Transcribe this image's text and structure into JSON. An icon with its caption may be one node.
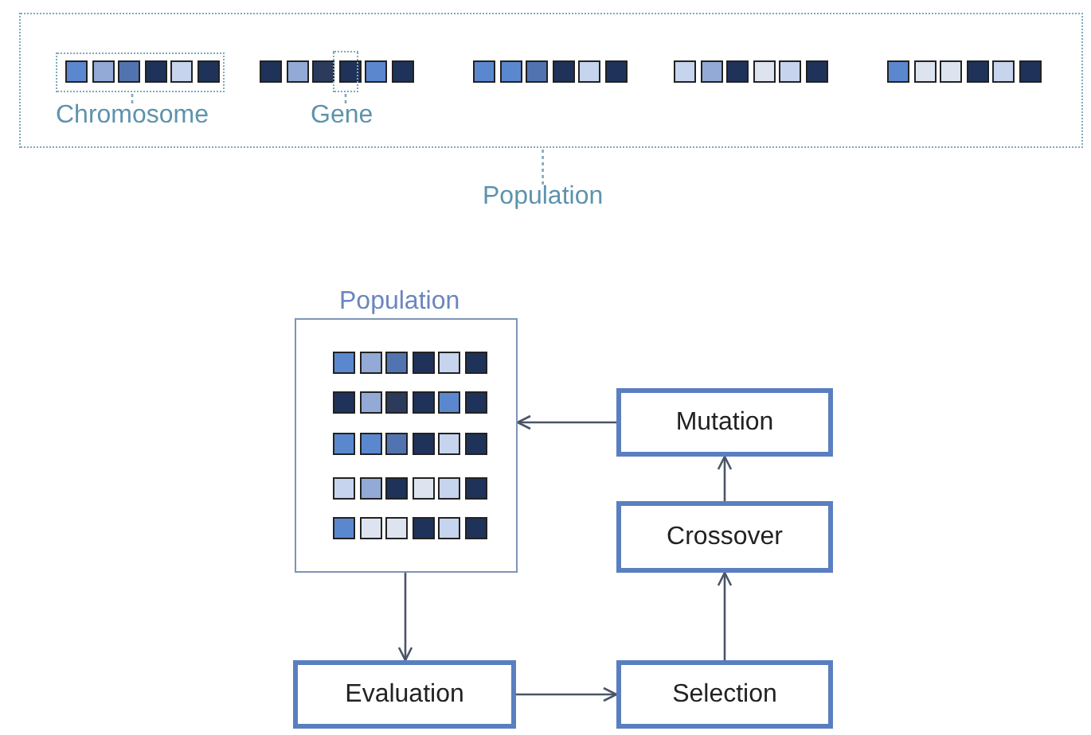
{
  "diagram": {
    "nodes": [
      {
        "text": [],
        "shape": "box"
      },
      {
        "text": [],
        "shape": "box",
        "in": 0
      },
      {
        "text": [],
        "shape": "box",
        "in": 0
      },
      {
        "text": [
          "Chromosome"
        ],
        "in": 0
      },
      {
        "text": [
          "Gene"
        ],
        "in": 0
      },
      {
        "text": [
          "Population"
        ]
      },
      {
        "text": [
          "Population"
        ]
      },
      {
        "text": [
          "Mutation"
        ]
      },
      {
        "text": [
          "Crossover"
        ]
      },
      {
        "text": [
          "Evaluation"
        ]
      },
      {
        "text": [
          "Selection"
        ]
      }
    ],
    "edges": [
      {
        "from": 3,
        "to": 1,
        "arrow": "none",
        "style": "dashed"
      },
      {
        "from": 4,
        "to": 2,
        "arrow": "none",
        "style": "dashed"
      },
      {
        "from": 5,
        "to": 0,
        "arrow": "none",
        "style": "dashed"
      },
      {
        "from": 7,
        "to": 6,
        "arrow": "to"
      },
      {
        "from": 8,
        "to": 7,
        "arrow": "to"
      },
      {
        "from": 6,
        "to": 9,
        "arrow": "to"
      },
      {
        "from": 9,
        "to": 10,
        "arrow": "to"
      },
      {
        "from": 10,
        "to": 8,
        "arrow": "to"
      }
    ]
  }
}
